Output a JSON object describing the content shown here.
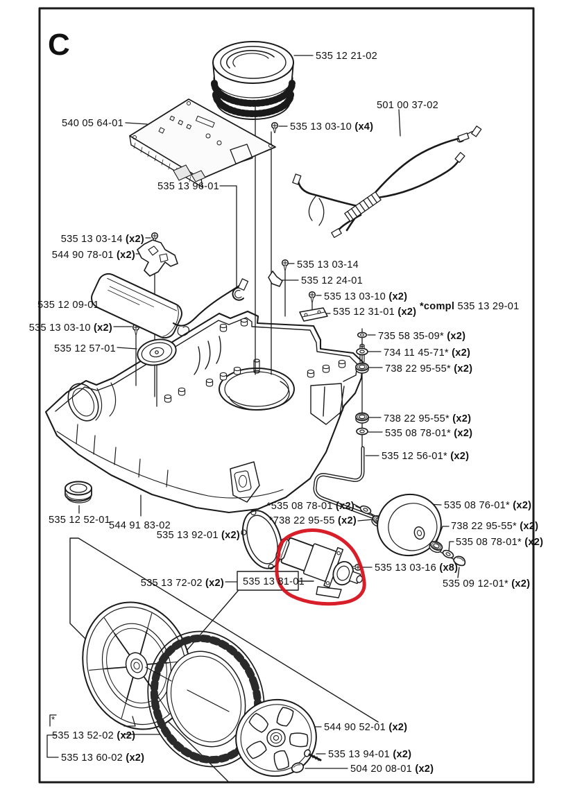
{
  "page": {
    "section_letter": "C",
    "line_color": "#1a1a1a",
    "annotation": {
      "shape": "freehand-red-circle",
      "color": "#d6131d",
      "target_part": "535 13 81-01"
    }
  },
  "labels": {
    "drum": {
      "num": "535 12 21-02"
    },
    "pcb": {
      "num": "540 05 64-01"
    },
    "screw_pcb": {
      "num": "535 13 03-10 ",
      "qty": "(x4)"
    },
    "harness": {
      "num": "501 00 37-02"
    },
    "hook": {
      "num": "535 13 96-01"
    },
    "screw_bracket": {
      "num": "535 13 03-14 ",
      "qty": "(x2)"
    },
    "bracket": {
      "num": "544 90 78-01 ",
      "qty": "(x2)"
    },
    "battery": {
      "num": "535 12 09-01"
    },
    "screw_speaker": {
      "num": "535 13 03-10 ",
      "qty": "(x2)"
    },
    "speaker": {
      "num": "535 12 57-01"
    },
    "screw_clip": {
      "num": "535 13 03-14"
    },
    "clip": {
      "num": "535 12 24-01"
    },
    "screw_plate": {
      "num": "535 13 03-10 ",
      "qty": "(x2)"
    },
    "plate": {
      "num": "535 12 31-01 ",
      "qty": "(x2)"
    },
    "compl_note": {
      "bold": "*compl",
      "num": " 535 13 29-01"
    },
    "locknut_top": {
      "num": "735 58 35-09* ",
      "qty": "(x2)"
    },
    "washer_top": {
      "num": "734 11 45-71* ",
      "qty": "(x2)"
    },
    "bearing_top": {
      "num": "738 22 95-55* ",
      "qty": "(x2)"
    },
    "bearing_mid": {
      "num": "738 22 95-55* ",
      "qty": "(x2)"
    },
    "washer_mid": {
      "num": "535 08 78-01* ",
      "qty": "(x2)"
    },
    "swing_arm": {
      "num": "535 12 56-01* ",
      "qty": "(x2)"
    },
    "washer_arm": {
      "num": "*535 08 78-01 ",
      "qty": "(x2)"
    },
    "bearing_arm": {
      "num": "*738 22 95-55 ",
      "qty": "(x2)"
    },
    "front_wheel": {
      "num": "535 08 76-01* ",
      "qty": "(x2)"
    },
    "bearing_front": {
      "num": "738 22 95-55* ",
      "qty": "(x2)"
    },
    "washer_front": {
      "num": "535 08 78-01* ",
      "qty": "(x2)"
    },
    "screw_motor": {
      "num": "535 13 03-16 ",
      "qty": "(x8)"
    },
    "cap_front": {
      "num": "535 09 12-01* ",
      "qty": "(x2)"
    },
    "grommet": {
      "num": "535 12 52-01"
    },
    "chassis": {
      "num": "544 91 83-02"
    },
    "gasket": {
      "num": "535 13 92-01 ",
      "qty": "(x2)"
    },
    "wheel_motor": {
      "num": "535 13 72-02 ",
      "qty": "(x2)"
    },
    "motor": {
      "num": "535 13 81-01"
    },
    "star_note": {
      "num": "*"
    },
    "rim": {
      "num": "535 13 52-02 ",
      "qty": "(x2)"
    },
    "tire": {
      "num": "535 13 60-02 ",
      "qty": "(x2)"
    },
    "hubcap": {
      "num": "544 90 52-01 ",
      "qty": "(x2)"
    },
    "hub_screw": {
      "num": "535 13 94-01 ",
      "qty": "(x2)"
    },
    "hub_plug": {
      "num": "504 20 08-01 ",
      "qty": "(x2)"
    }
  }
}
